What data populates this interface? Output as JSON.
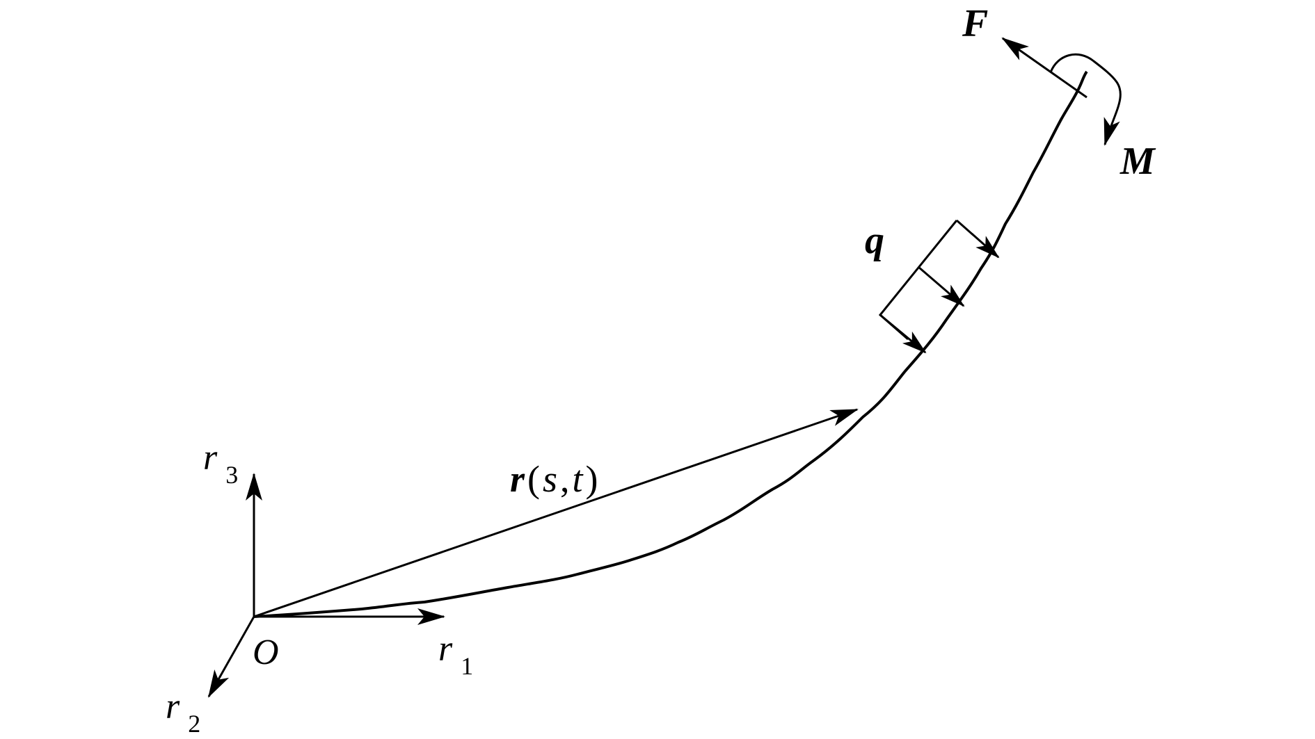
{
  "diagram": {
    "colors": {
      "ink": "#000000",
      "background": "#ffffff"
    },
    "labels": {
      "origin": "O",
      "axis_r1": {
        "base": "r",
        "sub": "1"
      },
      "axis_r2": {
        "base": "r",
        "sub": "2"
      },
      "axis_r3": {
        "base": "r",
        "sub": "3"
      },
      "position_vector": {
        "bold": "r",
        "open": "(",
        "s": "s",
        "comma": ",",
        "t": "t",
        "close": ")"
      },
      "distributed_load": "q",
      "end_force": "F",
      "end_moment": "M"
    }
  }
}
